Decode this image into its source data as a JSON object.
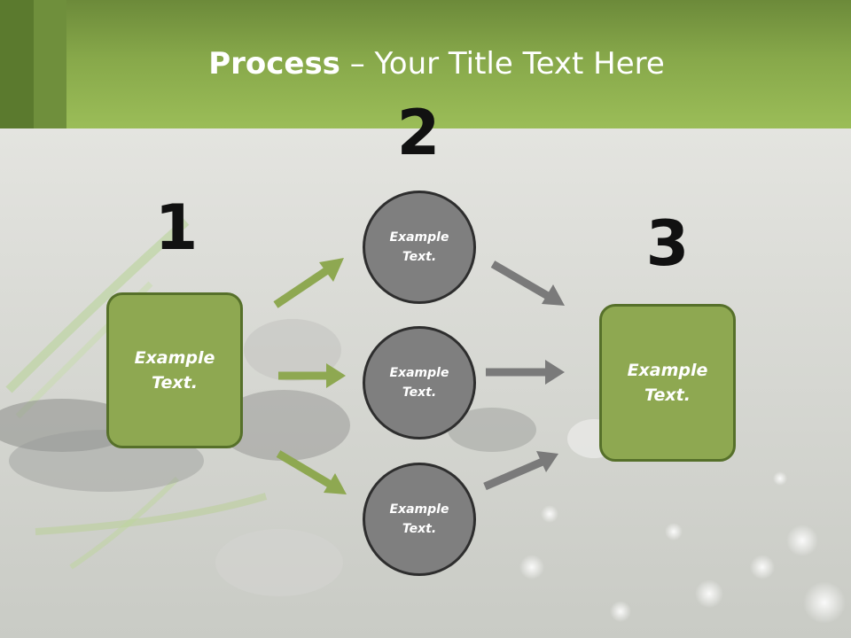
{
  "title": {
    "bold": "Process",
    "rest": " – Your Title Text Here"
  },
  "steps": {
    "one": "1",
    "two": "2",
    "three": "3"
  },
  "left_box": {
    "text": "Example Text."
  },
  "circles": [
    {
      "text": "Example Text."
    },
    {
      "text": "Example Text."
    },
    {
      "text": "Example Text."
    }
  ],
  "right_box": {
    "text": "Example Text."
  },
  "colors": {
    "header": "#87a84a",
    "box_fill": "#8ea851",
    "box_border": "#56702a",
    "circle_fill": "#7f7f7f",
    "arrow_green": "#8ea851",
    "arrow_gray": "#7a7a7a"
  }
}
